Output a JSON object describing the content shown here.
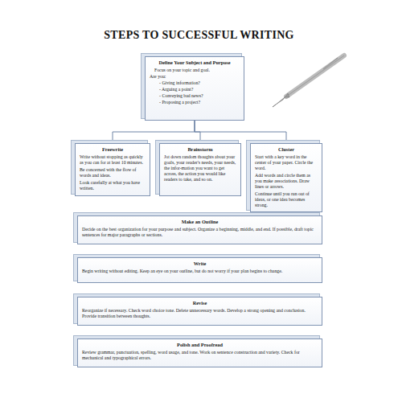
{
  "diagram": {
    "title": "STEPS TO SUCCESSFUL WRITING",
    "nodes": [
      {
        "text": [
          "Define Your Subject and Purpose",
          "Focus on your topic and goal.",
          "Are you:",
          "- Giving information?",
          "- Arguing a point?",
          "- Conveying bad news?",
          "- Proposing a project?"
        ]
      },
      {
        "text": [
          "Freewrite",
          "Write without stopping as quickly as you can for at least 10 minutes.",
          "Be concerned with the flow of words and ideas.",
          "Look carefully at what you have written."
        ]
      },
      {
        "text": [
          "Brainstorm",
          "Jot down random thoughts about your goals, your reader's needs, your needs, the infor-mation you want to get across, the action you would like readers to take, and so on."
        ]
      },
      {
        "text": [
          "Cluster",
          "Start with a key word in the center of your paper. Circle the word.",
          "Add words and circle them as you make associations. Draw lines or arrows.",
          "Continue until you run out of ideas, or one idea becomes strong."
        ]
      },
      {
        "text": [
          "Make an Outline",
          "Decide on the best organization for your purpose and subject. Organize a beginning, middle, and end. If possible, draft topic sentences for major paragraphs or sections."
        ]
      },
      {
        "text": [
          "Write",
          "Begin writing without editing. Keep an eye on your outline, but do not worry if your plan begins to change."
        ]
      },
      {
        "text": [
          "Revise",
          "Reorganize if necessary. Check word choice tone. Delete unnecessary words. Develop a strong opening and conclusion. Provide transition between thoughts."
        ]
      },
      {
        "text": [
          "Polish and Proofread",
          "Review grammar, punctuation, spelling, word usage, and tone. Work on sentence construction and variety. Check for mechanical and typographical errors."
        ]
      }
    ],
    "edges": [
      {
        "from": 0,
        "to": 1,
        "arrow": "none"
      },
      {
        "from": 0,
        "to": 2,
        "arrow": "none"
      },
      {
        "from": 0,
        "to": 3,
        "arrow": "none"
      }
    ]
  }
}
